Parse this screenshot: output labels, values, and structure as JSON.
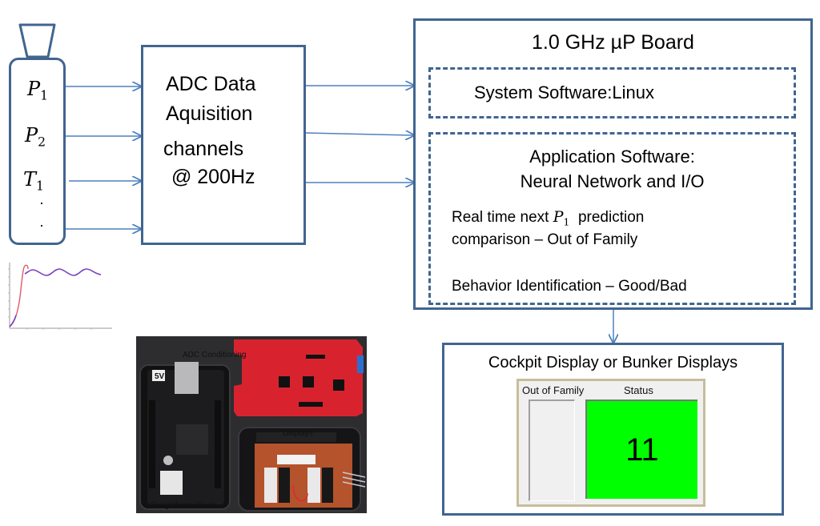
{
  "sensor": {
    "signals": [
      {
        "symbol": "P",
        "subscript": "1"
      },
      {
        "symbol": "P",
        "subscript": "2"
      },
      {
        "symbol": "T",
        "subscript": "1"
      }
    ],
    "ellipsis": [
      "·",
      "·"
    ]
  },
  "adc": {
    "lines": [
      "ADC Data",
      "Aquisition",
      "channels",
      " @ 200Hz"
    ]
  },
  "board": {
    "title": "1.0 GHz µP Board",
    "system_software": "System Software:Linux",
    "application": {
      "title_line1": "Application Software:",
      "title_line2": "Neural Network and I/O",
      "prediction_prefix": "Real time next ",
      "prediction_symbol": "P",
      "prediction_subscript": "1",
      "prediction_suffix": "  prediction",
      "comparison": "comparison – Out of Family",
      "behavior": "Behavior Identification – Good/Bad"
    }
  },
  "display": {
    "title": "Cockpit Display or Bunker Displays",
    "panel": {
      "out_of_family_label": "Out of Family",
      "status_label": "Status",
      "status_value": "11",
      "status_color": "#00ff00"
    }
  },
  "photo": {
    "labels": {
      "adc_conditioning": "ADC Conditioning",
      "displays": "Displays",
      "beaglebone": "Beaglebone Black",
      "badge": "5V"
    }
  },
  "colors": {
    "box_border": "#41658f",
    "arrow": "#4f81bd",
    "trace_red": "#e05a6a",
    "trace_purple": "#7a3fbf"
  }
}
